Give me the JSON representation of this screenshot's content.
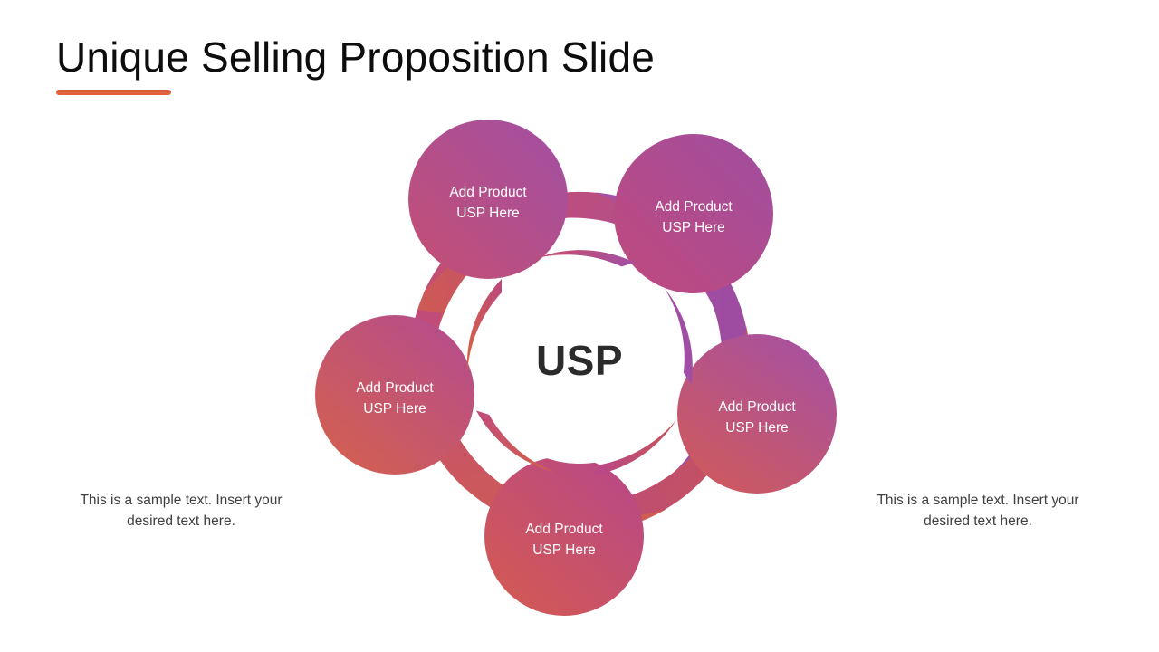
{
  "slide": {
    "title": "Unique Selling Proposition Slide",
    "accent_color": "#E1613C",
    "background_color": "#ffffff"
  },
  "diagram": {
    "type": "pinwheel-petal-cycle",
    "center_label": "USP",
    "center_text_color": "#2b2b2b",
    "petal_text_color": "#ffffff",
    "petal_count": 5,
    "petals": [
      {
        "position": "top-left",
        "line1": "Add Product",
        "line2": "USP Here",
        "color_start": "#A24FA4",
        "color_end": "#C44F72"
      },
      {
        "position": "top-right",
        "line1": "Add Product",
        "line2": "USP Here",
        "color_start": "#A04EA0",
        "color_end": "#C0497C"
      },
      {
        "position": "right",
        "line1": "Add Product",
        "line2": "USP Here",
        "color_start": "#A8519F",
        "color_end": "#D05A5A"
      },
      {
        "position": "bottom",
        "line1": "Add Product",
        "line2": "USP Here",
        "color_start": "#B7478A",
        "color_end": "#D35A52"
      },
      {
        "position": "left",
        "line1": "Add Product",
        "line2": "USP Here",
        "color_start": "#B44C8E",
        "color_end": "#D4604E"
      }
    ],
    "arms": [
      {
        "position": "top-left",
        "color_start": "#B9487E",
        "color_end": "#D9633F"
      },
      {
        "position": "top-right",
        "color_start": "#A34FA2",
        "color_end": "#C64E6E"
      },
      {
        "position": "right",
        "color_start": "#9B4A9E",
        "color_end": "#A855B0"
      },
      {
        "position": "bottom",
        "color_start": "#B7478A",
        "color_end": "#C75457"
      },
      {
        "position": "left",
        "color_start": "#C04B7C",
        "color_end": "#D1604A"
      }
    ]
  },
  "captions": {
    "left": "This is a sample text. Insert your desired text here.",
    "right": "This is a sample text. Insert your desired text here."
  }
}
